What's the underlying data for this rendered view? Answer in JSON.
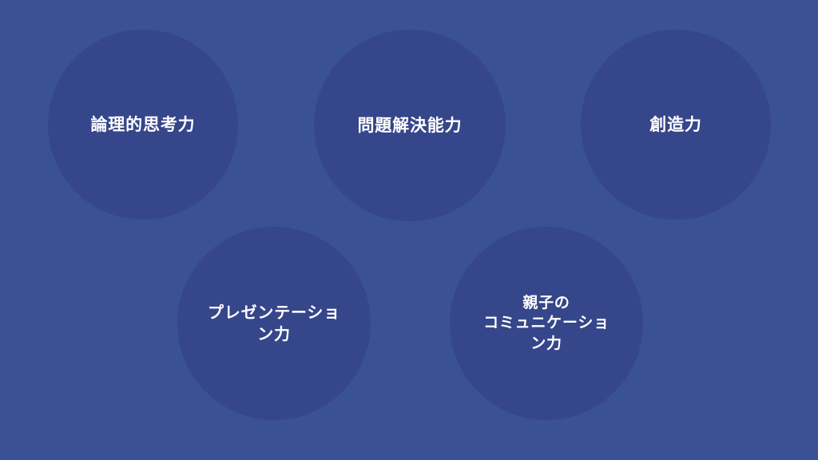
{
  "slide": {
    "background_color": "#3a5196",
    "bubble_color": "#36468a",
    "text_color": "#ffffff",
    "bubbles": [
      {
        "id": "logical-thinking",
        "label": "論理的思考力"
      },
      {
        "id": "problem-solving",
        "label": "問題解決能力"
      },
      {
        "id": "creativity",
        "label": "創造力"
      },
      {
        "id": "presentation",
        "label": "プレゼンテーショ\nン力"
      },
      {
        "id": "parent-child-communication",
        "label": "親子の\nコミュニケーショ\nン力"
      }
    ]
  }
}
